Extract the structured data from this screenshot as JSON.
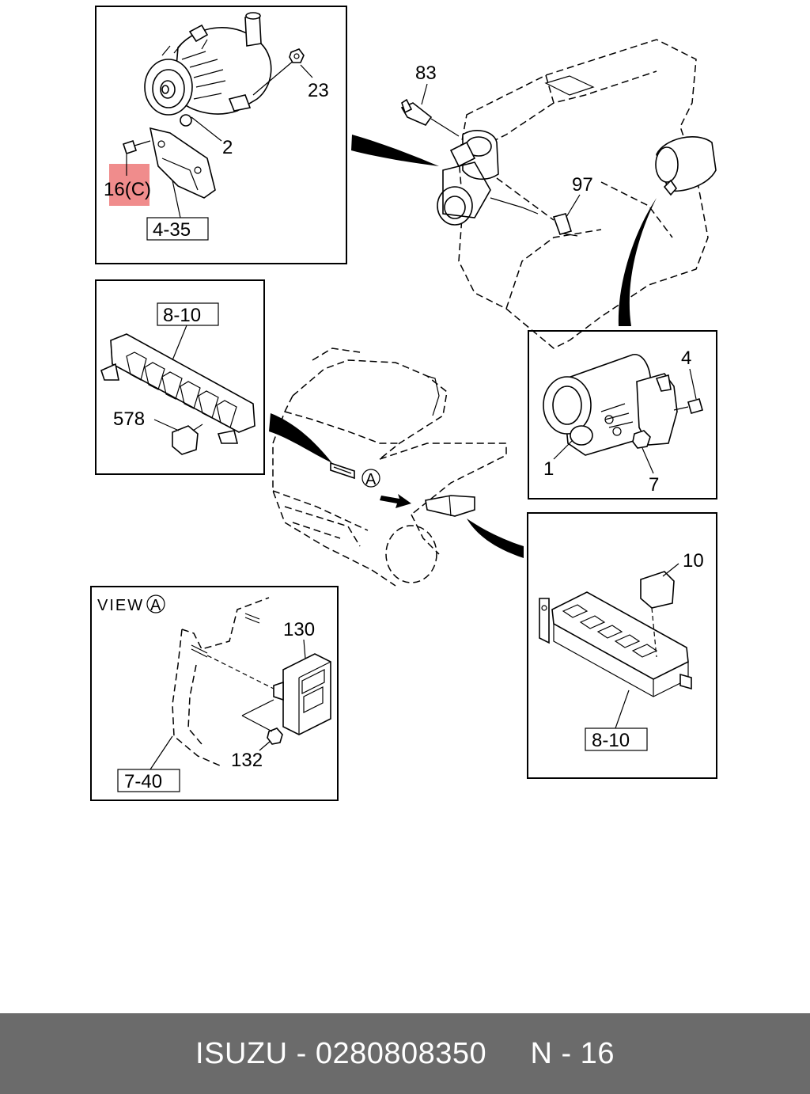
{
  "callouts": {
    "c2": "2",
    "c23": "23",
    "c16c": "16(C)",
    "c4_35": "4-35",
    "c83": "83",
    "c97": "97",
    "c8_10_top": "8-10",
    "c578": "578",
    "c4": "4",
    "c1": "1",
    "c7": "7",
    "c10": "10",
    "c8_10_bottom": "8-10",
    "c130": "130",
    "c132": "132",
    "c7_40": "7-40",
    "view_label": "VIEW",
    "view_marker": "A",
    "truck_marker": "A"
  },
  "highlight_color": "#f08c8c",
  "footer": {
    "brand": "ISUZU",
    "separator": " - ",
    "part_number": "0280808350",
    "gap": "     ",
    "page_ref": "N - 16"
  }
}
